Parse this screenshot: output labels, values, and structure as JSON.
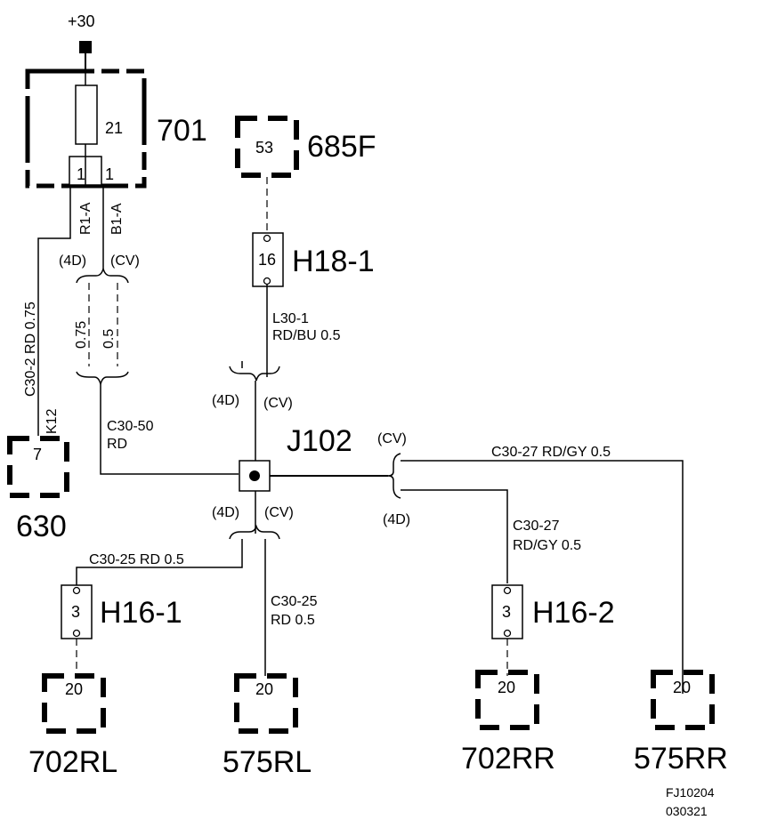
{
  "power": {
    "label": "+30"
  },
  "fuse_box": {
    "id": "701",
    "fuse_number": "21",
    "pin_left": "1",
    "pin_right": "1",
    "wire_left": "R1-A",
    "wire_right": "B1-A"
  },
  "node_685f": {
    "id": "685F",
    "pin": "53"
  },
  "conn_h18_1": {
    "id": "H18-1",
    "pin": "16"
  },
  "wire_l30_1": {
    "line1": "L30-1",
    "line2": "RD/BU  0.5"
  },
  "wire_c30_2": {
    "label": "C30-2  RD   0.75",
    "pin_label": "K12"
  },
  "node_630": {
    "id": "630",
    "pin": "7"
  },
  "split_upper": {
    "left": "(4D)",
    "right": "(CV)",
    "size_left": "0.75",
    "size_right": "0.5"
  },
  "wire_c30_50": {
    "line1": "C30-50",
    "line2": "RD"
  },
  "split_mid": {
    "left": "(4D)",
    "right": "(CV)"
  },
  "junction": {
    "id": "J102"
  },
  "split_right": {
    "top": "(CV)",
    "bottom": "(4D)"
  },
  "split_lower": {
    "left": "(4D)",
    "right": "(CV)"
  },
  "wire_c30_27_top": {
    "label": "C30-27  RD/GY  0.5"
  },
  "wire_c30_27_side": {
    "line1": "C30-27",
    "line2": "RD/GY  0.5"
  },
  "wire_c30_25_left": {
    "label": "C30-25  RD  0.5"
  },
  "wire_c30_25_mid": {
    "line1": "C30-25",
    "line2": "RD   0.5"
  },
  "conn_h16_1": {
    "id": "H16-1",
    "pin": "3"
  },
  "conn_h16_2": {
    "id": "H16-2",
    "pin": "3"
  },
  "node_702rl": {
    "id": "702RL",
    "pin": "20"
  },
  "node_575rl": {
    "id": "575RL",
    "pin": "20"
  },
  "node_702rr": {
    "id": "702RR",
    "pin": "20"
  },
  "node_575rr": {
    "id": "575RR",
    "pin": "20"
  },
  "footer": {
    "code": "FJ10204",
    "date": "030321"
  }
}
